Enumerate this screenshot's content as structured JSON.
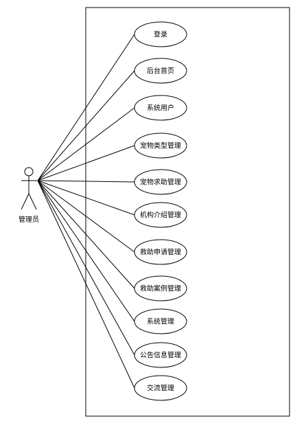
{
  "diagram": {
    "type": "use-case",
    "actor": {
      "label": "管理员"
    },
    "use_cases": [
      {
        "label": "登录"
      },
      {
        "label": "后台首页"
      },
      {
        "label": "系统用户"
      },
      {
        "label": "宠物类型管理"
      },
      {
        "label": "宠物求助管理"
      },
      {
        "label": "机构介绍管理"
      },
      {
        "label": "救助申请管理"
      },
      {
        "label": "救助案例管理"
      },
      {
        "label": "系统管理"
      },
      {
        "label": "公告信息管理"
      },
      {
        "label": "交流管理"
      }
    ],
    "colors": {
      "stroke": "#000000",
      "fill": "#ffffff",
      "text": "#000000"
    }
  }
}
